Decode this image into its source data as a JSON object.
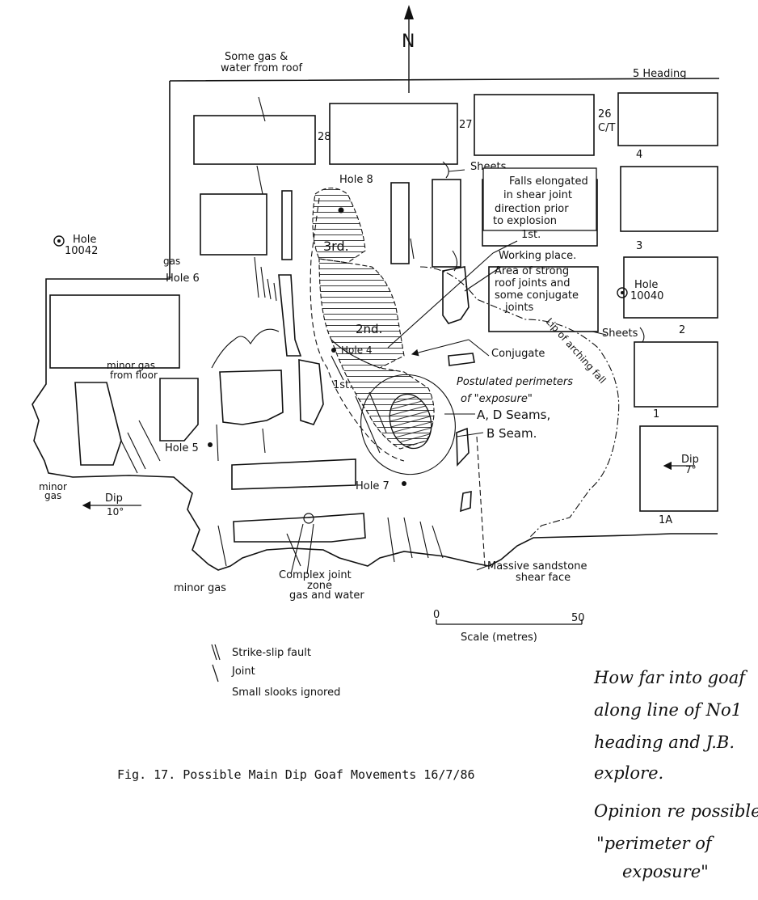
{
  "north": "N",
  "headings": {
    "h5": "5 Heading",
    "h4": "4",
    "h3": "3",
    "h2": "2",
    "h1": "1",
    "h1a": "1A"
  },
  "cutthroughs": {
    "c28": "28",
    "c27": "27",
    "c26": "26",
    "c26b": "C/T"
  },
  "labels": {
    "gas_water_roof_1": "Some gas &",
    "gas_water_roof_2": "water from roof",
    "sheets_top": "Sheets",
    "sheets_right": "Sheets",
    "falls_1": "Falls elongated",
    "falls_2": "in shear joint",
    "falls_3": "direction prior",
    "falls_4": "to explosion",
    "first_top": "1st.",
    "working_place": "Working place.",
    "area_1": "Area of strong",
    "area_2": "roof joints and",
    "area_3": "some conjugate",
    "area_4": "joints",
    "hole8": "Hole 8",
    "hole10042_a": "Hole",
    "hole10042_b": "10042",
    "gas": "gas",
    "hole6": "Hole 6",
    "hole10040_a": "Hole",
    "hole10040_b": "10040",
    "third": "3rd.",
    "second": "2nd.",
    "hole4": "Hole 4",
    "first_low": "1st.",
    "conjugate": "Conjugate",
    "lip": "Lip of arching fall",
    "postulated_1": "Postulated perimeters",
    "postulated_2": "of \"exposure\"",
    "ad_seams": "A, D Seams,",
    "b_seam": "B Seam.",
    "minor_gas_floor_1": "minor gas",
    "minor_gas_floor_2": "from floor",
    "hole5": "Hole 5",
    "hole7": "Hole 7",
    "dip_right": "Dip",
    "dip_right_val": "7°",
    "minor_gas_left_1": "minor",
    "minor_gas_left_2": "gas",
    "dip_left": "Dip",
    "dip_left_val": "10°",
    "massive_1": "Massive sandstone",
    "massive_2": "shear face",
    "minor_gas_bottom": "minor gas",
    "complex_1": "Complex joint",
    "complex_2": "zone",
    "complex_3": "gas and water"
  },
  "scale": {
    "start": "0",
    "end": "50",
    "label": "Scale (metres)"
  },
  "legend": {
    "strike_slip": "Strike-slip fault",
    "joint": "Joint",
    "slooks": "Small slooks ignored"
  },
  "caption": "Fig. 17.  Possible Main Dip Goaf Movements 16/7/86",
  "handwritten": [
    "How far into goaf",
    "along line of No1",
    "heading and J.B.",
    "explore.",
    "Opinion re possible",
    "\"perimeter of",
    "exposure\""
  ]
}
